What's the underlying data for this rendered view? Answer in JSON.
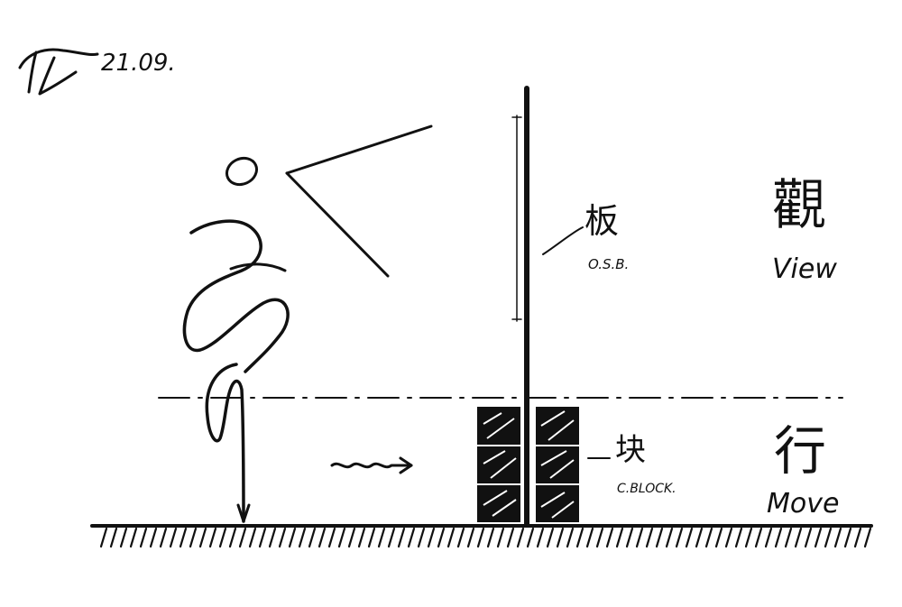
{
  "signature": {
    "mark": "signature",
    "date": "21.09."
  },
  "labels": {
    "osb_cn": "板",
    "osb_en": "O.S.B.",
    "block_cn": "块",
    "block_en": "C.BLOCK.",
    "view_cn": "觀",
    "view_en": "View",
    "move_cn": "行",
    "move_en": "Move"
  },
  "colors": {
    "ink": "#111111",
    "paper": "#ffffff"
  }
}
